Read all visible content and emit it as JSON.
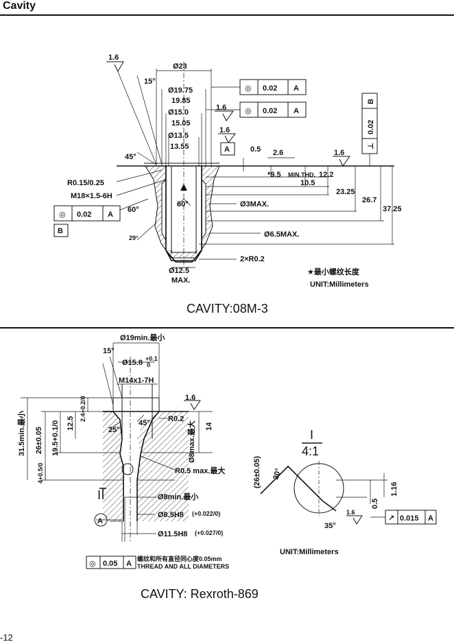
{
  "header": {
    "title": "Cavity"
  },
  "page_number": "-12",
  "top": {
    "title": "CAVITY:08M-3",
    "unit": "UNIT:Millimeters",
    "note": "★最小螺纹长度",
    "roughness": "1.6",
    "dims": {
      "d23": "Ø23",
      "angle15": "15°",
      "d19_75": "Ø19.75",
      "d19_85": "19.85",
      "d15_0": "Ø15.0",
      "d15_05": "15.05",
      "d13_5": "Ø13.5",
      "d13_55": "13.55",
      "angle45": "45°",
      "r015": "R0.15/0.25",
      "thread": "M18×1.5-6H",
      "angle60a": "60°",
      "angle60b": "60°",
      "angle29": "29°",
      "d3max": "Ø3MAX.",
      "d65max": "Ø6.5MAX.",
      "r02": "2×R0.2",
      "d125": "Ø12.5",
      "max": "MAX.",
      "v05": "0.5",
      "v26": "2.6",
      "v95": "*9.5",
      "minthd": "MIN.THD.",
      "v122": "12.2",
      "v105": "10.5",
      "v2325": "23.25",
      "v267": "26.7",
      "v3725": "37.25"
    },
    "fcf1": {
      "symbol": "◎",
      "value": "0.02",
      "datum": "A"
    },
    "fcf2": {
      "symbol": "◎",
      "value": "0.02",
      "datum": "A"
    },
    "fcf_left": {
      "symbol": "◎",
      "value": "0.02",
      "datum": "A"
    },
    "fcf_vert": {
      "datum": "B",
      "value": "0.02",
      "symbol": "⊥"
    },
    "datum_a": "A",
    "datum_b": "B"
  },
  "bottom": {
    "title": "CAVITY: Rexroth-869",
    "unit": "UNIT:Millimeters",
    "roughness": "1.6",
    "dims": {
      "d19min": "Ø19min.最小",
      "angle15": "15°",
      "d158": "Ø15.8",
      "d158tol": "+0.1",
      "d158tol0": "0",
      "thread": "M14x1-7H",
      "angle45": "45°",
      "angle25": "25°",
      "r02": "R0.2",
      "v14": "14",
      "d8max": "Ø8max.最大",
      "r05": "R0.5 max.最大",
      "d8min": "Ø8min.最小",
      "d85": "Ø8.5H8",
      "d85tol": "(+0.022/0)",
      "d115": "Ø11.5H8",
      "d115tol": "(+0.027/0)",
      "v315": "31.5min.最小",
      "v26": "26±0.05",
      "v195": "19.5+0.1/0",
      "v125": "12.5",
      "v24": "2.4+0.2/0",
      "v4": "4+0.5/0",
      "label_i": "I",
      "datum_a": "A"
    },
    "detail": {
      "label": "I",
      "scale": "4:1",
      "v26": "(26±0.05)",
      "angle30": "30°",
      "angle35": "35°",
      "v05": "0.5",
      "v116": "1.16",
      "fcf": {
        "symbol": "↗",
        "value": "0.015",
        "datum": "A"
      }
    },
    "concentricity": {
      "symbol": "◎",
      "value": "0.05",
      "datum": "A",
      "note_cn": "螺纹和所有直径同心度0.05mm",
      "note_en": "THREAD AND ALL DIAMETERS"
    }
  }
}
